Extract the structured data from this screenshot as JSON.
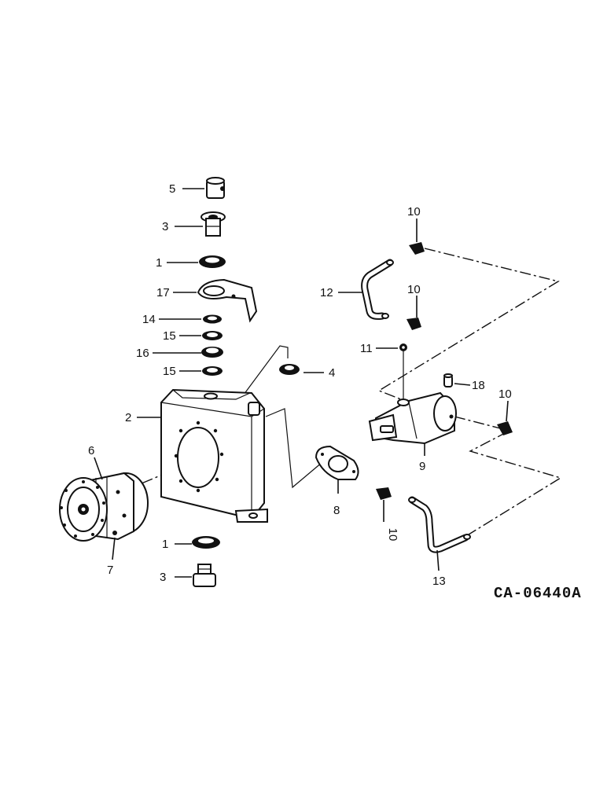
{
  "drawing_code": "CA-06440A",
  "callouts": {
    "c1a": "1",
    "c1b": "1",
    "c2": "2",
    "c3a": "3",
    "c3b": "3",
    "c4": "4",
    "c5": "5",
    "c6": "6",
    "c7": "7",
    "c8": "8",
    "c9": "9",
    "c10a": "10",
    "c10b": "10",
    "c10c": "10",
    "c10d": "10",
    "c11": "11",
    "c12": "12",
    "c13": "13",
    "c14": "14",
    "c15a": "15",
    "c15b": "15",
    "c16": "16",
    "c17": "17",
    "c18": "18"
  }
}
